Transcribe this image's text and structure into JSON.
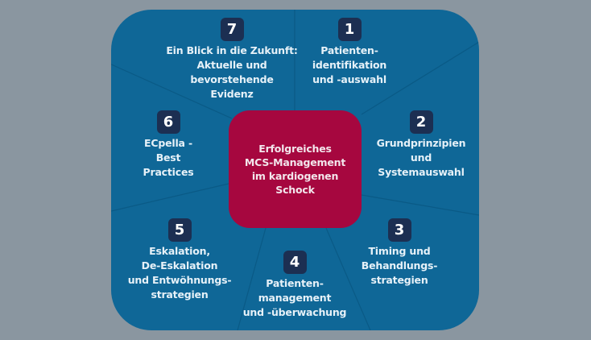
{
  "colors": {
    "background": "#8a96a0",
    "panel": "#0f6797",
    "center": "#a6073f",
    "badge": "#1c2f52",
    "text": "#e6f1f8"
  },
  "center": {
    "label": "Erfolgreiches\nMCS-Management\nim kardiogenen\nSchock"
  },
  "segments": [
    {
      "number": "1",
      "label": "Patienten-\nidentifikation\nund -auswahl"
    },
    {
      "number": "2",
      "label": "Grundprinzipien\nund\nSystemauswahl"
    },
    {
      "number": "3",
      "label": "Timing und\nBehandlungs-\nstrategien"
    },
    {
      "number": "4",
      "label": "Patienten-\nmanagement\nund -überwachung"
    },
    {
      "number": "5",
      "label": "Eskalation,\nDe-Eskalation\nund Entwöhnungs-\nstrategien"
    },
    {
      "number": "6",
      "label": "ECpella -\nBest\nPractices"
    },
    {
      "number": "7",
      "label": "Ein Blick in die Zukunft:\nAktuelle und\nbevorstehende\nEvidenz"
    }
  ]
}
